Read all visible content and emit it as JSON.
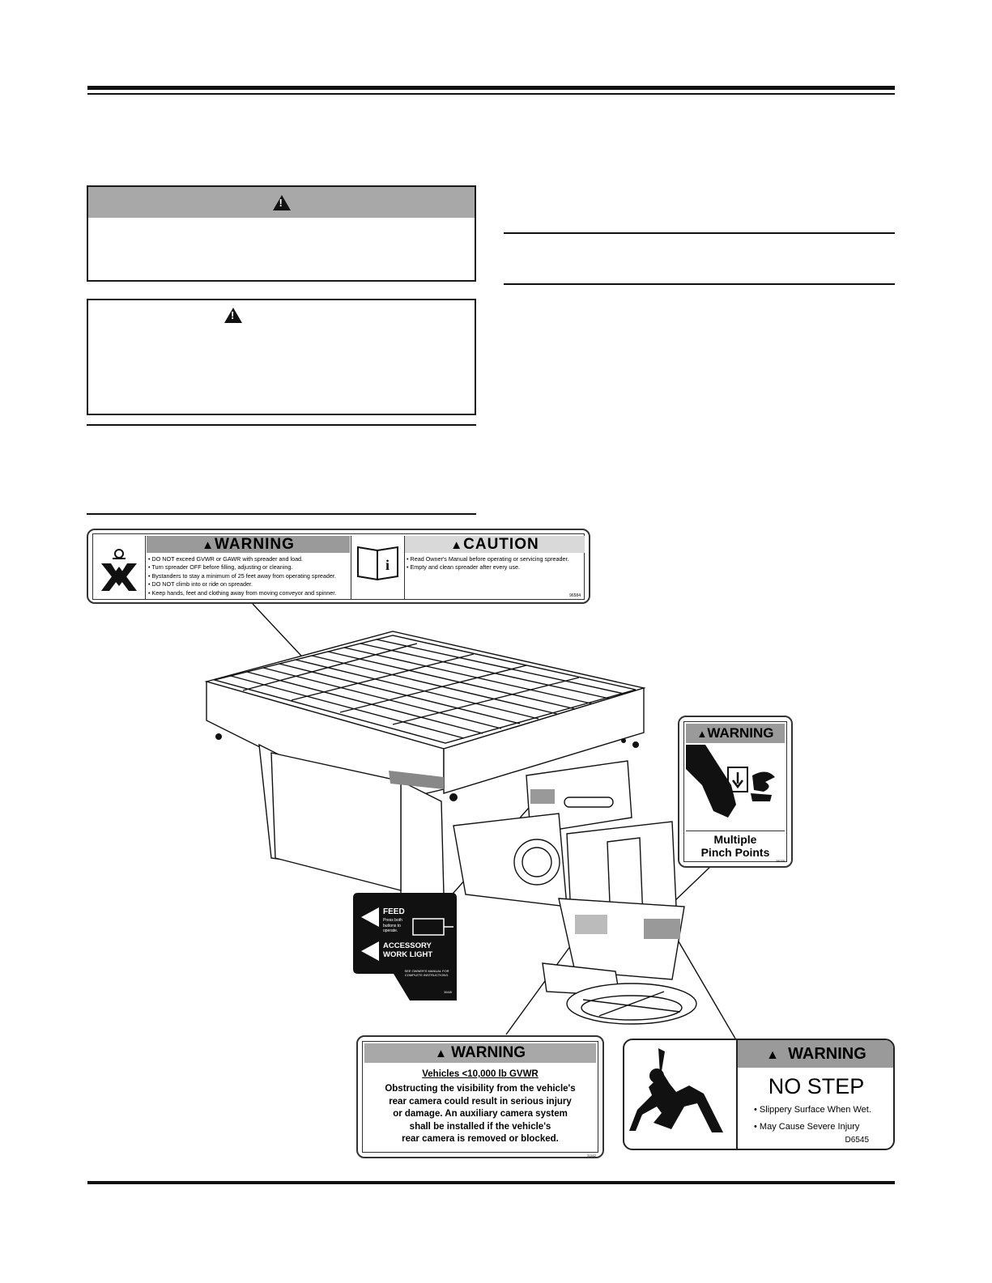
{
  "decal_top": {
    "warning_header": "WARNING",
    "warning_items": [
      "DO NOT exceed GVWR or GAWR with spreader and load.",
      "Turn spreader OFF before filling, adjusting or cleaning.",
      "Bystanders to stay a minimum of 25 feet away from operating spreader.",
      "DO NOT climb into or ride on spreader.",
      "Keep hands, feet and clothing away from moving conveyor and spinner."
    ],
    "caution_header": "CAUTION",
    "caution_items": [
      "Read Owner's Manual before operating or servicing spreader.",
      "Empty and clean spreader after every use."
    ],
    "part_no": "96584"
  },
  "decal_pinch": {
    "header": "WARNING",
    "line1": "Multiple",
    "line2": "Pinch Points",
    "part_no": "28035"
  },
  "decal_feed": {
    "feed_label": "FEED",
    "feed_sub": "Press both buttons to operate.",
    "light_label": "ACCESSORY WORK LIGHT",
    "manual_note": "SEE OWNER'S MANUAL FOR COMPLETE INSTRUCTIONS.",
    "part_no": "30445"
  },
  "decal_camera": {
    "header": "WARNING",
    "subtitle": "Vehicles <10,000 lb GVWR",
    "body_lines": [
      "Obstructing the visibility from the vehicle's",
      "rear camera could result in serious injury",
      "or damage. An auxiliary camera system",
      "shall be installed if the vehicle's",
      "rear camera is removed or blocked."
    ],
    "part_no": "31162"
  },
  "decal_nostep": {
    "header": "WARNING",
    "title": "NO STEP",
    "items": [
      "Slippery Surface When Wet.",
      "May Cause Severe Injury"
    ],
    "part_no": "D6545"
  }
}
